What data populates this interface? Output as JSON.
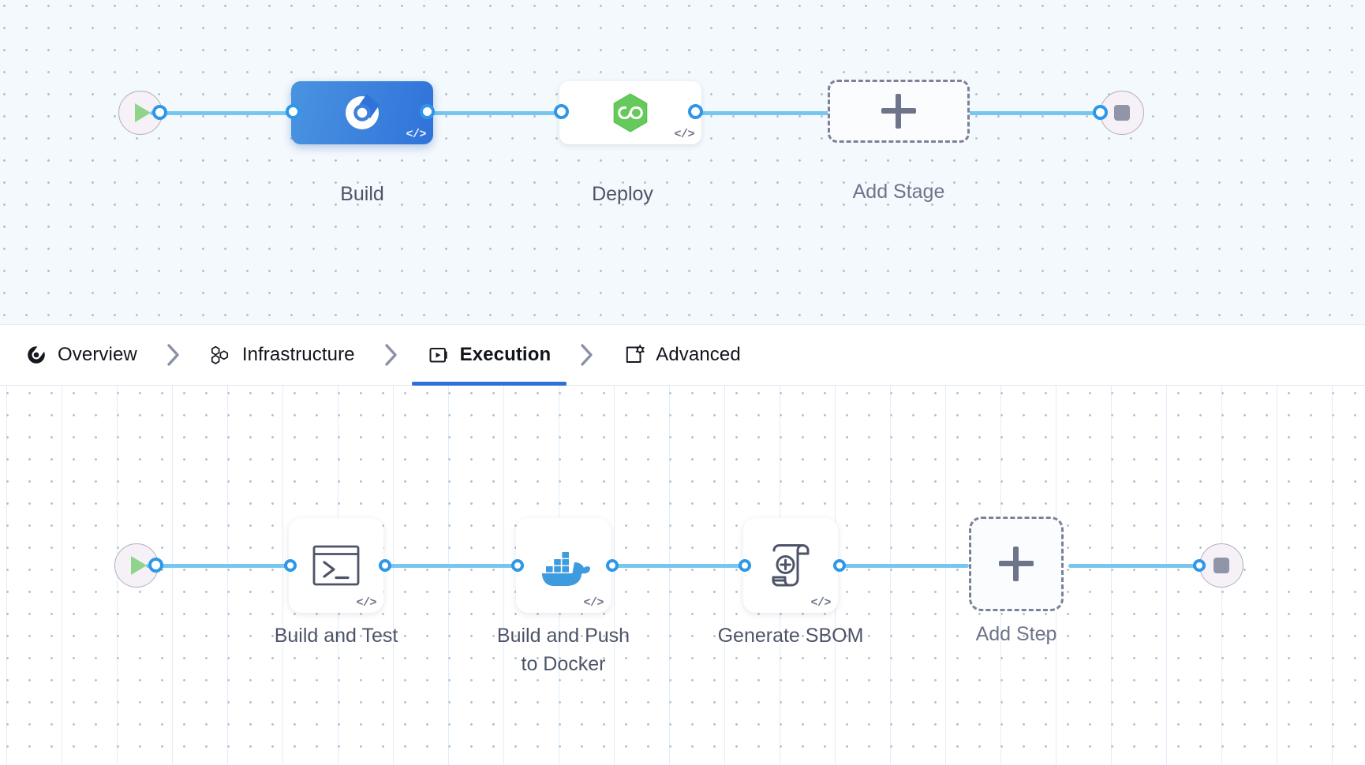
{
  "tabs": [
    {
      "label": "Overview",
      "icon": "overview-pie-icon",
      "active": false
    },
    {
      "label": "Infrastructure",
      "icon": "hexagon-cluster-icon",
      "active": false
    },
    {
      "label": "Execution",
      "icon": "play-box-icon",
      "active": true
    },
    {
      "label": "Advanced",
      "icon": "box-gear-icon",
      "active": false
    }
  ],
  "stage_pipeline": {
    "start_node": {
      "icon": "play-icon"
    },
    "end_node": {
      "icon": "stop-icon"
    },
    "stages": [
      {
        "label": "Build",
        "icon": "harness-ci-icon",
        "badge": "</>",
        "selected": true
      },
      {
        "label": "Deploy",
        "icon": "green-hexagon-icon",
        "badge": "</>",
        "selected": false
      },
      {
        "label": "Add Stage",
        "icon": "plus-icon",
        "badge": "",
        "selected": false
      }
    ]
  },
  "step_pipeline": {
    "start_node": {
      "icon": "play-icon"
    },
    "end_node": {
      "icon": "stop-icon"
    },
    "steps": [
      {
        "label": "Build and Test",
        "icon": "terminal-icon",
        "badge": "</>"
      },
      {
        "label": "Build and Push\nto Docker",
        "icon": "docker-icon",
        "badge": "</>"
      },
      {
        "label": "Generate SBOM",
        "icon": "sbom-scroll-icon",
        "badge": "</>"
      },
      {
        "label": "Add Step",
        "icon": "plus-icon",
        "badge": ""
      }
    ],
    "step_labels": {
      "build_and_test": "Build and Test",
      "docker_line1": "Build and Push",
      "docker_line2": "to Docker",
      "sbom": "Generate SBOM",
      "add_step": "Add Step"
    }
  },
  "colors": {
    "accent_blue": "#2e6fd9",
    "edge_blue": "#77c6ef",
    "connector_blue": "#2e97e8",
    "selected_stage_gradient_from": "#4a93e0",
    "selected_stage_gradient_to": "#3073da",
    "docker_blue": "#3d9bde",
    "deploy_green": "#65c95b",
    "play_green": "#8fd48a",
    "stop_gray": "#9096a8",
    "label_gray": "#4d5468",
    "ghost_border": "#7b8198",
    "stage_canvas_bg": "#f3f9fd",
    "step_canvas_bg": "#ffffff"
  }
}
